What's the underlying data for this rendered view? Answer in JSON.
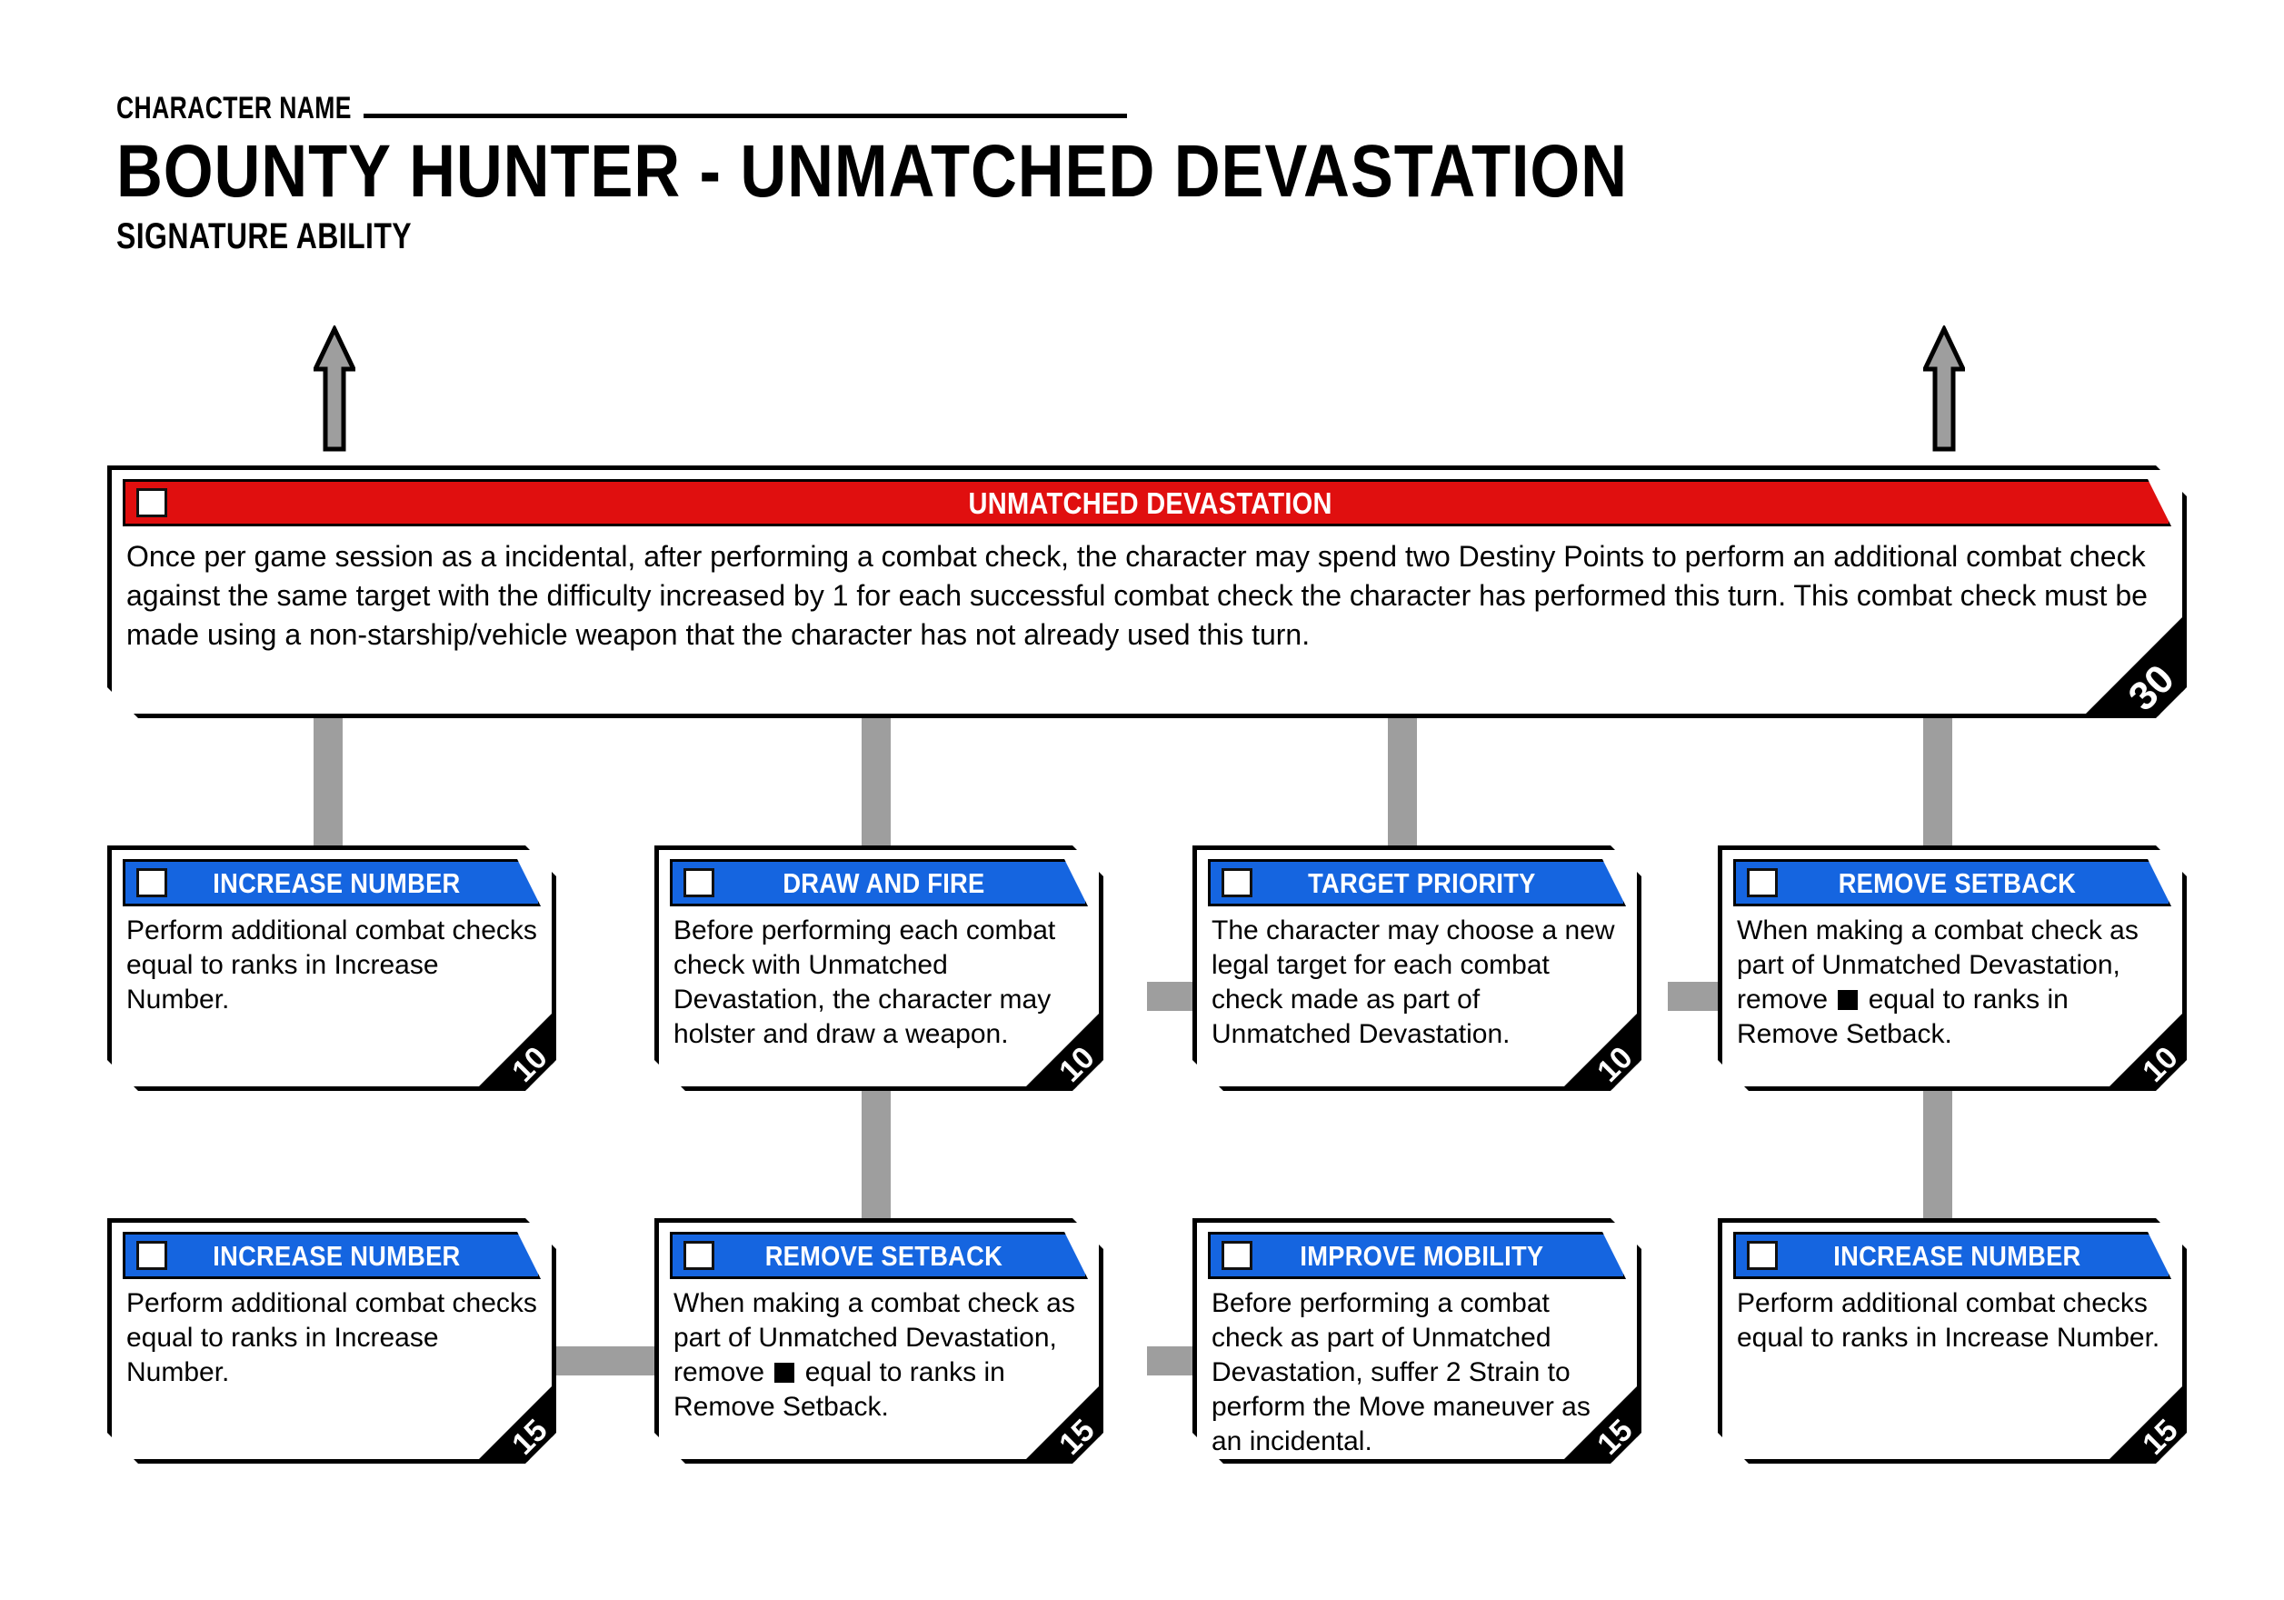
{
  "header": {
    "character_name_label": "CHARACTER NAME",
    "character_name_value": "",
    "title": "BOUNTY HUNTER - UNMATCHED DEVASTATION",
    "signature_ability_label": "SIGNATURE ABILITY"
  },
  "signature": {
    "title": "UNMATCHED DEVASTATION",
    "cost": "30",
    "text": "Once per game session as a incidental, after performing a combat check, the character may spend two Destiny Points to perform an additional combat check against the same target with the difficulty increased by 1 for each successful combat check the character has performed this turn. This combat check must be made using a non-starship/vehicle weapon that the character has not already used this turn."
  },
  "row1": [
    {
      "title": "INCREASE NUMBER",
      "cost": "10",
      "text_before": "Perform additional combat checks equal to ranks in Increase Number.",
      "text_after": "",
      "has_die": false
    },
    {
      "title": "DRAW AND FIRE",
      "cost": "10",
      "text_before": "Before performing each combat check with Unmatched Devastation, the character may holster and draw a weapon.",
      "text_after": "",
      "has_die": false
    },
    {
      "title": "TARGET PRIORITY",
      "cost": "10",
      "text_before": "The character may choose a new legal target for each combat check made as part of Unmatched Devastation.",
      "text_after": "",
      "has_die": false
    },
    {
      "title": "REMOVE SETBACK",
      "cost": "10",
      "text_before": "When making a combat check as part of Unmatched Devastation, remove ",
      "text_after": " equal to ranks in Remove Setback.",
      "has_die": true
    }
  ],
  "row2": [
    {
      "title": "INCREASE NUMBER",
      "cost": "15",
      "text_before": "Perform additional combat checks equal to ranks in Increase Number.",
      "text_after": "",
      "has_die": false
    },
    {
      "title": "REMOVE SETBACK",
      "cost": "15",
      "text_before": "When making a combat check as part of Unmatched Devastation, remove ",
      "text_after": " equal to ranks in Remove Setback.",
      "has_die": true
    },
    {
      "title": "IMPROVE MOBILITY",
      "cost": "15",
      "text_before": "Before performing a combat check as part of Unmatched Devastation, suffer 2 Strain to perform the Move maneuver as an incidental.",
      "text_after": "",
      "has_die": false
    },
    {
      "title": "INCREASE NUMBER",
      "cost": "15",
      "text_before": "Perform additional combat checks equal to ranks in Increase Number.",
      "text_after": "",
      "has_die": false
    }
  ],
  "colors": {
    "signature_banner": "#e00f0f",
    "talent_banner": "#1565e0",
    "connector": "#9e9e9e",
    "cost_flag": "#000000"
  }
}
